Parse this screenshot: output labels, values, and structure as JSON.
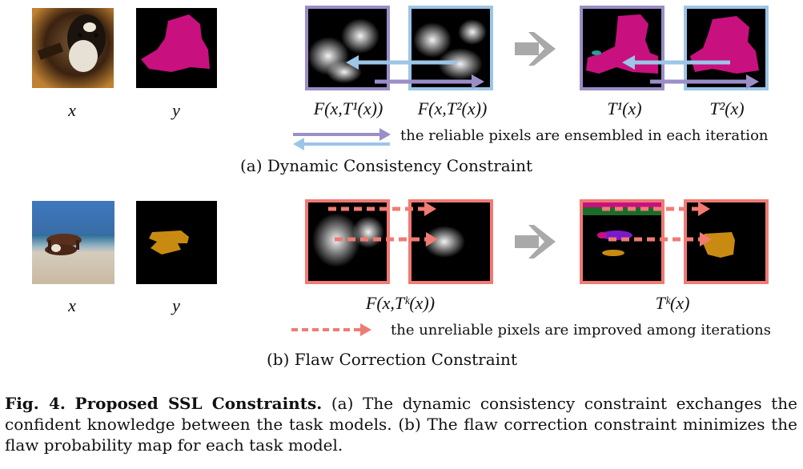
{
  "panel_a": {
    "labels": {
      "x": "x",
      "y": "y",
      "f1": "F(x,T¹(x))",
      "f2": "F(x,T²(x))",
      "t1": "T¹(x)",
      "t2": "T²(x)"
    },
    "legend": "the reliable pixels are ensembled in each iteration",
    "subcaption": "(a) Dynamic Consistency Constraint"
  },
  "panel_b": {
    "labels": {
      "x": "x",
      "y": "y",
      "fk": "F(x,Tᵏ(x))",
      "tk": "Tᵏ(x)"
    },
    "legend": "the unreliable pixels are improved among iterations",
    "subcaption": "(b) Flaw Correction Constraint"
  },
  "caption": {
    "figure_label": "Fig. 4.",
    "title": "Proposed SSL Constraints.",
    "text": "(a) The dynamic consistency constraint exchanges the confident knowledge between the task models. (b) The flaw correction constraint minimizes the flaw probability map for each task model."
  },
  "colors": {
    "purple": "#9b8ec7",
    "light_blue": "#9cc5e6",
    "salmon": "#f07b74",
    "magenta": "#c8107e",
    "gold": "#c98a12",
    "gray_arrow": "#a9a9a9"
  }
}
